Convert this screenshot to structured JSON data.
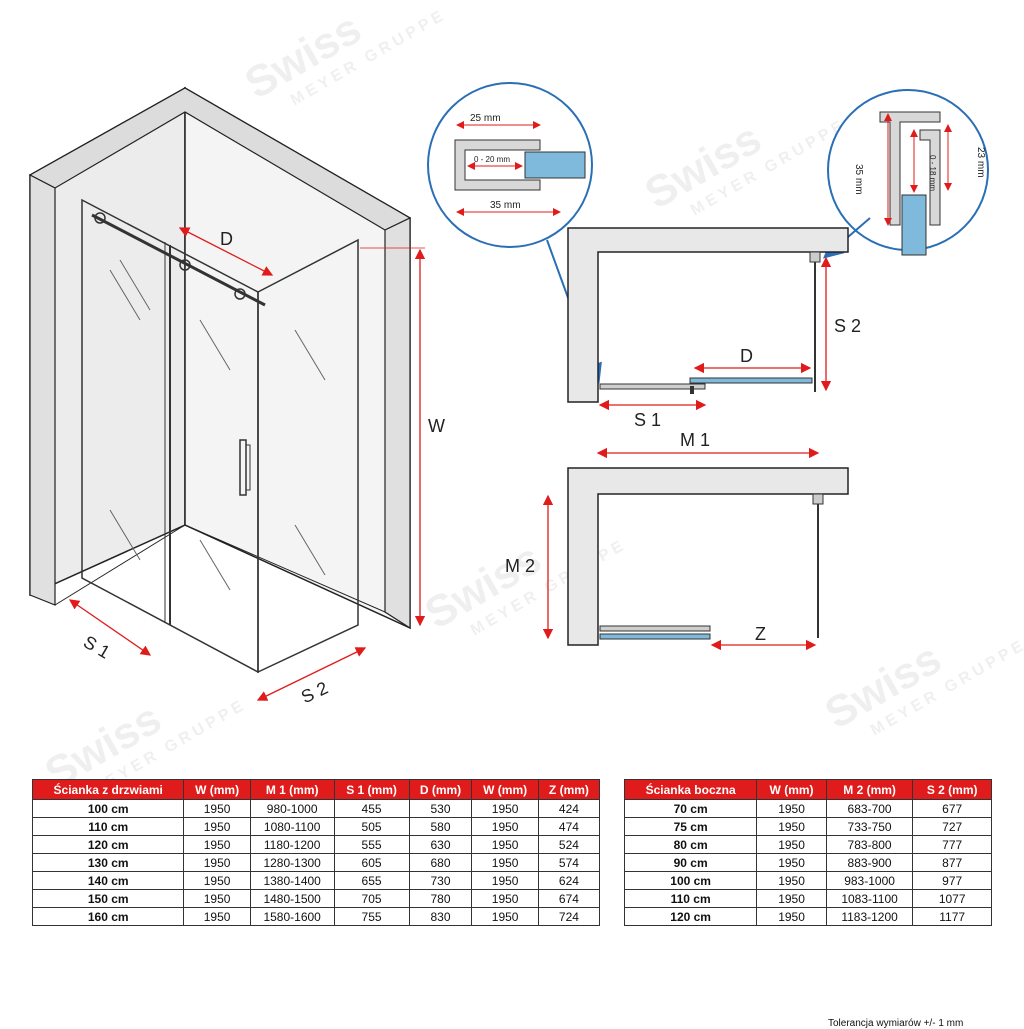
{
  "watermark": {
    "brand": "Swiss",
    "sub": "MEYER GRUPPE"
  },
  "labels": {
    "iso_d": "D",
    "iso_w": "W",
    "iso_s1": "S 1",
    "iso_s2": "S 2",
    "top_d": "D",
    "top_s1": "S 1",
    "top_s2": "S 2",
    "bot_m1": "M 1",
    "bot_m2": "M 2",
    "bot_z": "Z",
    "detail_left_25": "25 mm",
    "detail_left_range": "0 - 20 mm",
    "detail_left_35": "35 mm",
    "detail_right_35": "35 mm",
    "detail_right_range": "0 - 18 mm",
    "detail_right_23": "23 mm"
  },
  "door_table": {
    "headers": [
      "Ścianka z drzwiami",
      "W (mm)",
      "M 1 (mm)",
      "S 1 (mm)",
      "D (mm)",
      "W (mm)",
      "Z (mm)"
    ],
    "rows": [
      [
        "100 cm",
        "1950",
        "980-1000",
        "455",
        "530",
        "1950",
        "424"
      ],
      [
        "110 cm",
        "1950",
        "1080-1100",
        "505",
        "580",
        "1950",
        "474"
      ],
      [
        "120 cm",
        "1950",
        "1180-1200",
        "555",
        "630",
        "1950",
        "524"
      ],
      [
        "130 cm",
        "1950",
        "1280-1300",
        "605",
        "680",
        "1950",
        "574"
      ],
      [
        "140 cm",
        "1950",
        "1380-1400",
        "655",
        "730",
        "1950",
        "624"
      ],
      [
        "150 cm",
        "1950",
        "1480-1500",
        "705",
        "780",
        "1950",
        "674"
      ],
      [
        "160 cm",
        "1950",
        "1580-1600",
        "755",
        "830",
        "1950",
        "724"
      ]
    ]
  },
  "side_table": {
    "headers": [
      "Ścianka boczna",
      "W (mm)",
      "M 2 (mm)",
      "S 2 (mm)"
    ],
    "rows": [
      [
        "70 cm",
        "1950",
        "683-700",
        "677"
      ],
      [
        "75 cm",
        "1950",
        "733-750",
        "727"
      ],
      [
        "80 cm",
        "1950",
        "783-800",
        "777"
      ],
      [
        "90 cm",
        "1950",
        "883-900",
        "877"
      ],
      [
        "100 cm",
        "1950",
        "983-1000",
        "977"
      ],
      [
        "110 cm",
        "1950",
        "1083-1100",
        "1077"
      ],
      [
        "120 cm",
        "1950",
        "1183-1200",
        "1177"
      ]
    ]
  },
  "footer": {
    "tolerance": "Tolerancja wymiarów +/- 1 mm"
  },
  "colors": {
    "dimension": "#e01b1b",
    "wall": "#e8e8e8",
    "glass": "#7fb9dc",
    "pointer": "#2a6fb5"
  }
}
